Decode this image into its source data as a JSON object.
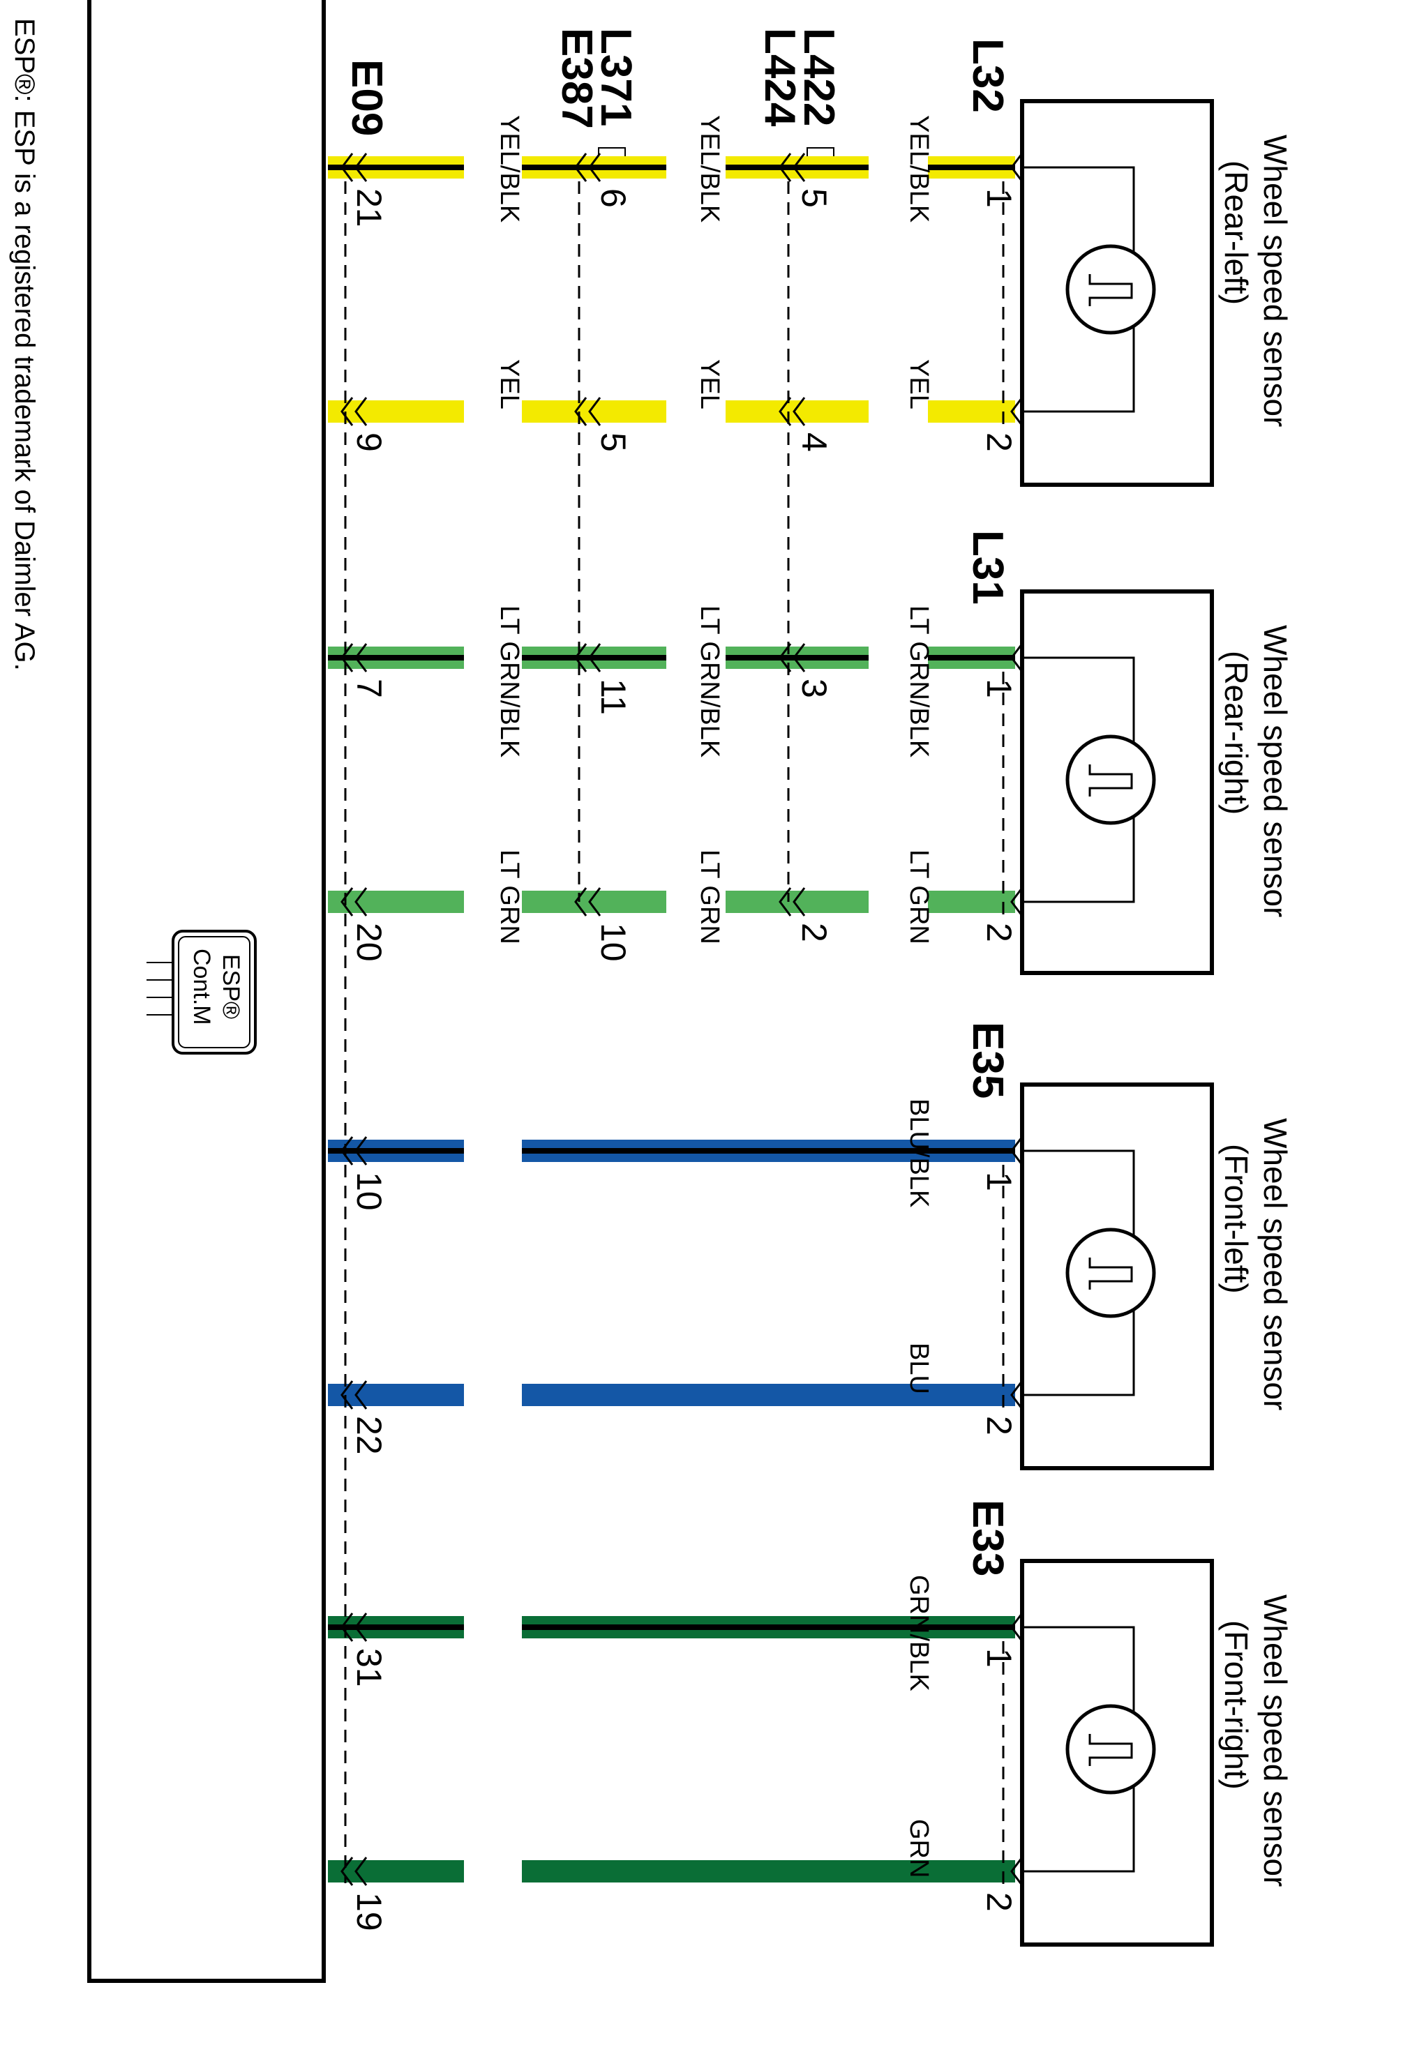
{
  "sensors": [
    {
      "title": "Wheel speed sensor",
      "position": "(Rear-left)",
      "connector": "L32",
      "pins": [
        {
          "pin": "1",
          "color_label": "YEL/BLK",
          "main": "#f3ea00",
          "stripe": true
        },
        {
          "pin": "2",
          "color_label": "YEL",
          "main": "#f3ea00",
          "stripe": false
        }
      ]
    },
    {
      "title": "Wheel speed sensor",
      "position": "(Rear-right)",
      "connector": "L31",
      "pins": [
        {
          "pin": "1",
          "color_label": "LT GRN/BLK",
          "main": "#52b25a",
          "stripe": true
        },
        {
          "pin": "2",
          "color_label": "LT GRN",
          "main": "#52b25a",
          "stripe": false
        }
      ]
    },
    {
      "title": "Wheel speed sensor",
      "position": "(Front-left)",
      "connector": "E35",
      "pins": [
        {
          "pin": "1",
          "color_label": "BLU/BLK",
          "main": "#1457a6",
          "stripe": true
        },
        {
          "pin": "2",
          "color_label": "BLU",
          "main": "#1457a6",
          "stripe": false
        }
      ]
    },
    {
      "title": "Wheel speed sensor",
      "position": "(Front-right)",
      "connector": "E33",
      "pins": [
        {
          "pin": "1",
          "color_label": "GRN/BLK",
          "main": "#0a6e36",
          "stripe": true
        },
        {
          "pin": "2",
          "color_label": "GRN",
          "main": "#0a6e36",
          "stripe": false
        }
      ]
    }
  ],
  "junction1": {
    "labels": [
      "L422",
      "L424"
    ],
    "pins": [
      "5",
      "4",
      "3",
      "2"
    ],
    "wire_labels": [
      "YEL/BLK",
      "YEL",
      "LT GRN/BLK",
      "LT GRN"
    ]
  },
  "junction2": {
    "labels": [
      "L371",
      "E387"
    ],
    "pins": [
      "6",
      "5",
      "11",
      "10"
    ],
    "wire_labels": [
      "YEL/BLK",
      "YEL",
      "LT GRN/BLK",
      "LT GRN"
    ]
  },
  "module": {
    "connector": "E09",
    "icon_line1": "ESP®",
    "icon_line2": "Cont.M",
    "pins": [
      "21",
      "9",
      "7",
      "20",
      "10",
      "22",
      "31",
      "19"
    ]
  },
  "footnote": "ESP®: ESP is a registered trademark of Daimler AG."
}
